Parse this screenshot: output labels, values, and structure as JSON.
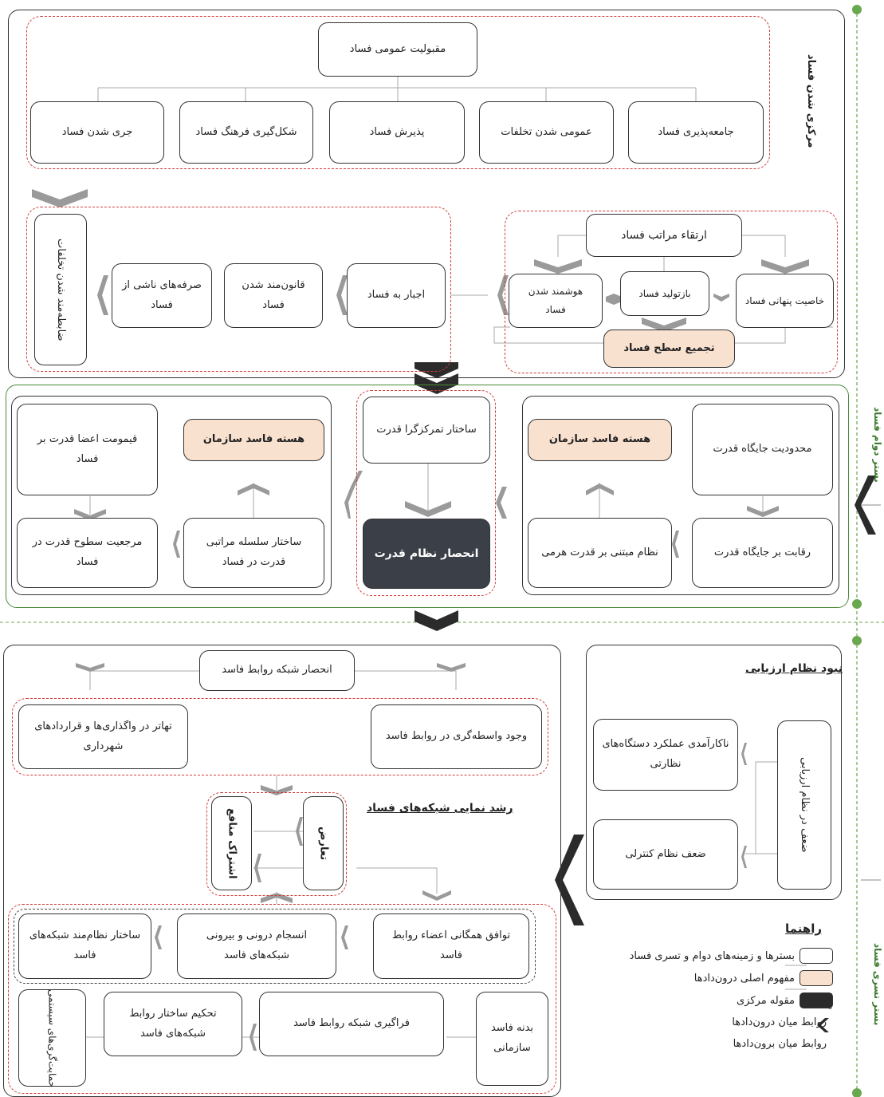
{
  "sides": {
    "top": "مرکزی شدن فساد",
    "mid": "بستر دوام فساد",
    "bot": "بستر تسری فساد"
  },
  "top": {
    "root": "مقبولیت عمومی فساد",
    "children": [
      "جامعه‌پذیری فساد",
      "عمومی شدن تخلفات",
      "پذیرش فساد",
      "شکل‌گیری فرهنگ فساد",
      "جری شدن فساد"
    ],
    "left_vertical": "ضابطه‌مند شدن تخلفات",
    "left_chain": [
      "صرفه‌های ناشی از فساد",
      "قانون‌مند شدن فساد",
      "اجبار به فساد"
    ],
    "right_top": "ارتقاء مراتب فساد",
    "right_mid": [
      "هوشمند شدن فساد",
      "بازتولید فساد",
      "خاصیت پنهانی فساد"
    ],
    "right_bottom": "تجمیع سطح فساد"
  },
  "mid": {
    "left": {
      "tl": "قیمومت اعضا قدرت بر فساد",
      "tr": "هسته فاسد سازمان",
      "bl": "مرجعیت سطوح قدرت در فساد",
      "br": "ساختار سلسله مراتبی قدرت در فساد"
    },
    "center_top": "ساختار تمرکزگرا قدرت",
    "center_core": "انحصار نظام قدرت",
    "right": {
      "tl": "هسته فاسد سازمان",
      "tr": "محدودیت جایگاه قدرت",
      "bl": "نظام مبتنی بر قدرت هرمی",
      "br": "رقابت بر جایگاه قدرت"
    }
  },
  "bot": {
    "network_top": "انحصار شبکه روابط فاسد",
    "red_left": "تهاتر در واگذاری‌ها و قراردادهای شهرداری",
    "red_right": "وجود واسطه‌گری در روابط فاسد",
    "growth_title": "رشد نمایی شبکه‌های فساد",
    "v_left": "اشتراک منافع",
    "v_right": "تعارض",
    "row1": [
      "توافق همگانی اعضاء روابط فاسد",
      "انسجام درونی و بیرونی شبکه‌های فاسد",
      "ساختار نظام‌مند شبکه‌های فاسد"
    ],
    "row2_right": "بدنه فاسد سازمانی",
    "row2": [
      "فراگیری شبکه روابط فاسد",
      "تحکیم ساختار روابط شبکه‌های فاسد"
    ],
    "row2_left": "حمایت‌گری‌های سیستمی",
    "eval_title": "نبود نظام ارزیابی",
    "eval_boxes": [
      "ناکارآمدی عملکرد دستگاه‌های نظارتی",
      "ضعف نظام کنترلی"
    ],
    "eval_vertical": "ضعف در نظام ارزیابی"
  },
  "legend": {
    "title": "راهنما",
    "items": [
      "بسترها و زمینه‌های دوام و تسری فساد",
      "مفهوم اصلی درون‌دادها",
      "مقوله مرکزی",
      "روابط میان درون‌دادها",
      "روابط میان برون‌دادها"
    ]
  },
  "colors": {
    "peach": "#f9e1d0",
    "dark": "#3b3f48",
    "red": "#d23a3a",
    "green": "#4a8a3a"
  }
}
